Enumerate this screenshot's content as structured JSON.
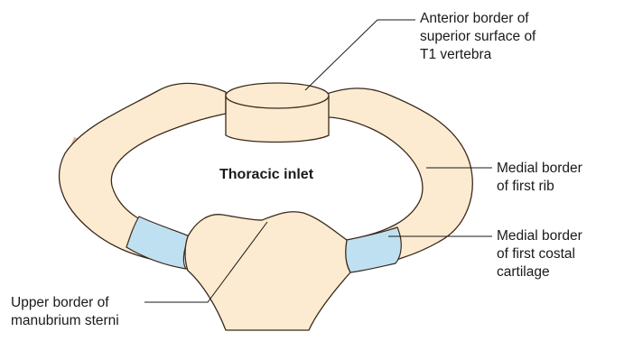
{
  "figure": {
    "center_label": "Thoracic inlet",
    "labels": {
      "vertebra": [
        "Anterior border of",
        "superior surface of",
        "T1 vertebra"
      ],
      "first_rib": [
        "Medial border",
        "of first rib"
      ],
      "costal_cartilage": [
        "Medial border",
        "of first costal",
        "cartilage"
      ],
      "manubrium": [
        "Upper border of",
        "manubrium sterni"
      ]
    },
    "colors": {
      "bone_fill": "#fcebd0",
      "bone_shadow": "#eab797",
      "bone_outline": "#3a2a1c",
      "cartilage_fill": "#bfe0f1",
      "leader_line": "#1a1a1a",
      "text": "#1a1a1a"
    }
  }
}
